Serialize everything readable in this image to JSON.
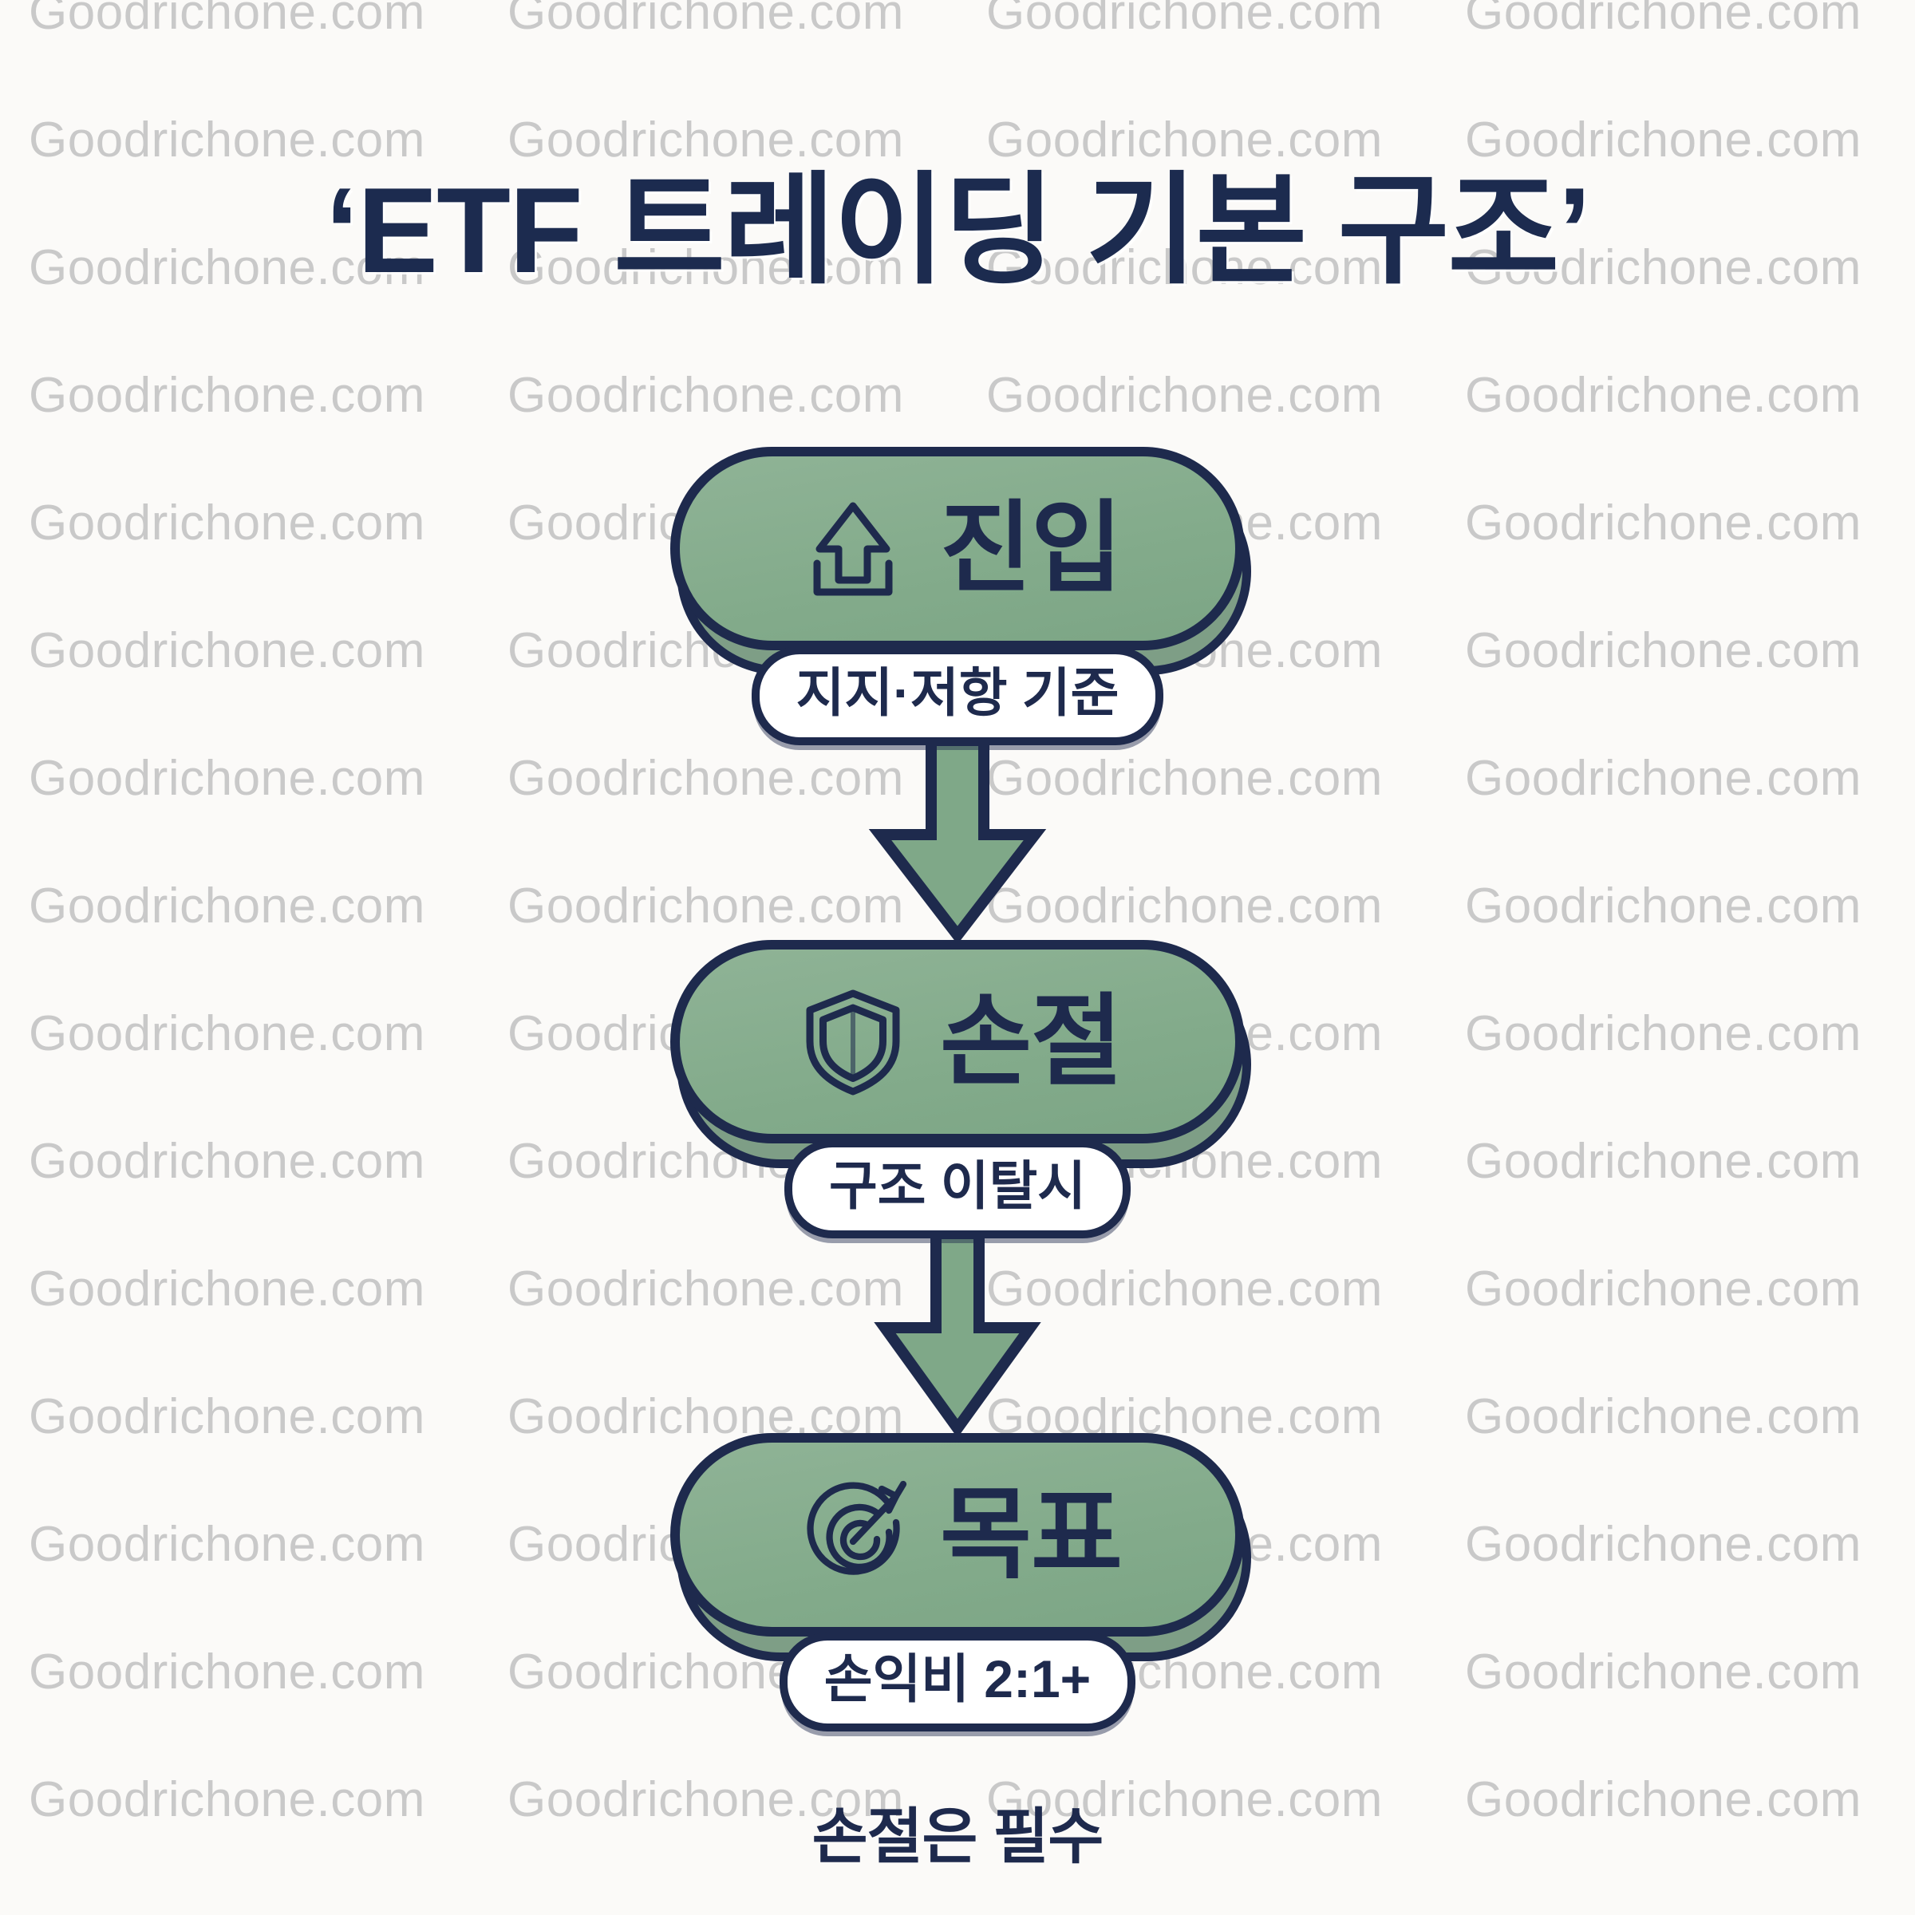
{
  "background_color": "#FBFAF8",
  "accent_green": "#86AC8E",
  "accent_navy": "#1E2A4D",
  "label_pill_bg": "#FFFFFF",
  "watermark": {
    "text": "Goodrichone.com",
    "color": "#C9C9C9",
    "columns": 4,
    "rows": 15
  },
  "header": {
    "title": "‘ETF 트레이딩 기본 구조’"
  },
  "flow": {
    "steps": [
      {
        "icon_name": "arrow-up-from-line-icon",
        "label": "진입",
        "connector_label": "지지·저항 기준"
      },
      {
        "icon_name": "shield-icon",
        "label": "손절",
        "connector_label": "구조 이탈시"
      },
      {
        "icon_name": "target-arrow-icon",
        "label": "목표",
        "connector_label": "손익비 2:1+"
      }
    ]
  },
  "footer": {
    "note": "손절은 필수"
  }
}
